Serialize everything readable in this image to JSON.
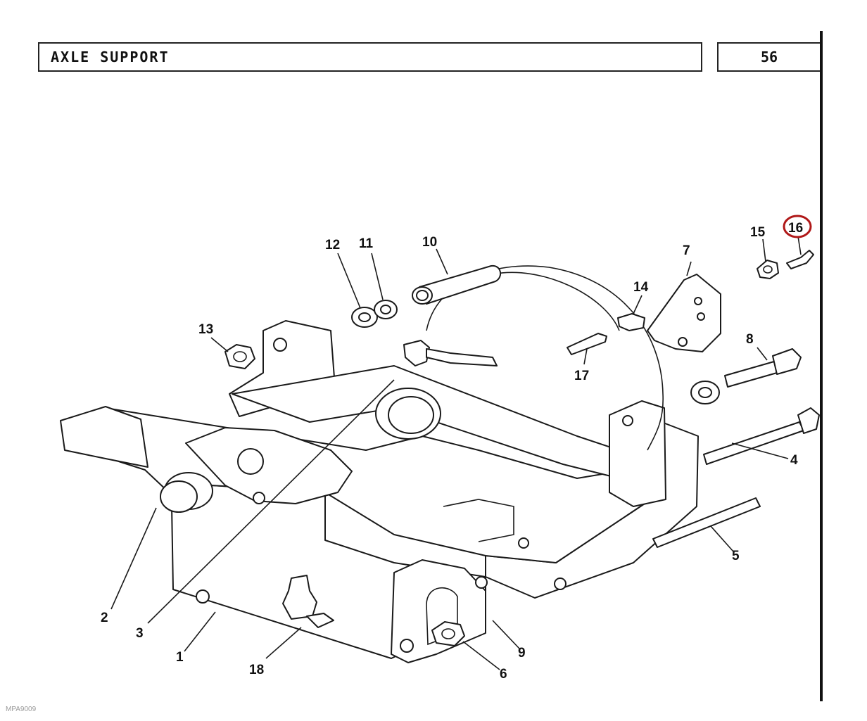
{
  "header": {
    "title": "AXLE  SUPPORT",
    "page_number": "56"
  },
  "footer": {
    "image_code": "MPA9009"
  },
  "callouts": [
    {
      "id": "c1",
      "label": "1"
    },
    {
      "id": "c2",
      "label": "2"
    },
    {
      "id": "c3",
      "label": "3"
    },
    {
      "id": "c4",
      "label": "4"
    },
    {
      "id": "c5",
      "label": "5"
    },
    {
      "id": "c6",
      "label": "6"
    },
    {
      "id": "c7",
      "label": "7"
    },
    {
      "id": "c8",
      "label": "8"
    },
    {
      "id": "c9",
      "label": "9"
    },
    {
      "id": "c10",
      "label": "10"
    },
    {
      "id": "c11",
      "label": "11"
    },
    {
      "id": "c12",
      "label": "12"
    },
    {
      "id": "c13",
      "label": "13"
    },
    {
      "id": "c14",
      "label": "14"
    },
    {
      "id": "c15",
      "label": "15"
    },
    {
      "id": "c16",
      "label": "16",
      "highlighted": true,
      "highlight_color": "#b01818"
    },
    {
      "id": "c17",
      "label": "17"
    },
    {
      "id": "c18",
      "label": "18"
    }
  ]
}
